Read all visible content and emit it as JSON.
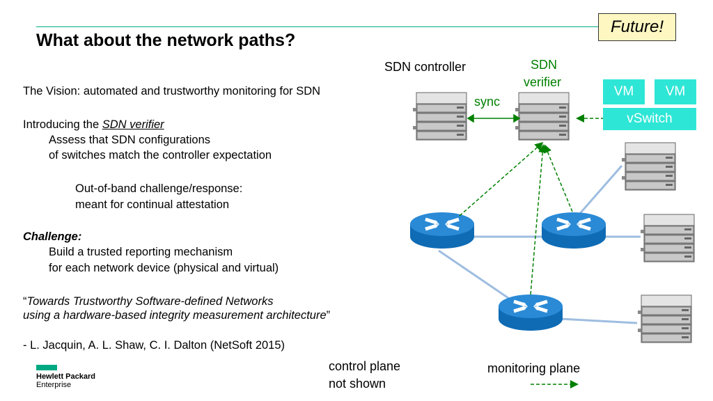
{
  "slide": {
    "title": "What about the network paths?",
    "badge": "Future!"
  },
  "body": {
    "vision": "The Vision: automated and trustworthy monitoring for SDN",
    "intro_prefix": "Introducing the ",
    "intro_term": "SDN verifier",
    "assess_line1": "Assess that SDN configurations",
    "assess_line2": "of switches match the controller expectation",
    "oob_line1": "Out-of-band challenge/response:",
    "oob_line2": "meant for continual attestation",
    "challenge_heading": "Challenge:",
    "challenge_line1": "Build a trusted reporting mechanism",
    "challenge_line2": "for each network device (physical and virtual)",
    "quote_line1": "Towards Trustworthy Software-defined Networks",
    "quote_line2": "using a hardware-based integrity measurement architecture",
    "open_quote": "“",
    "close_quote": "”",
    "citation": "- L. Jacquin, A. L. Shaw, C. I. Dalton (NetSoft 2015)"
  },
  "diagram": {
    "sdn_controller": "SDN controller",
    "sdn_verifier_line1": "SDN",
    "sdn_verifier_line2": "verifier",
    "sync": "sync",
    "vm1": "VM",
    "vm2": "VM",
    "vswitch": "vSwitch",
    "control_plane_line1": "control plane",
    "control_plane_line2": "not shown",
    "monitoring_plane": "monitoring plane"
  },
  "logo": {
    "line1": "Hewlett Packard",
    "line2": "Enterprise",
    "color": "#01a982"
  },
  "colors": {
    "accent_green": "#008000",
    "teal": "#2ee6d6",
    "link_blue": "#9ebde0",
    "router_blue": "#1e7fc9"
  }
}
